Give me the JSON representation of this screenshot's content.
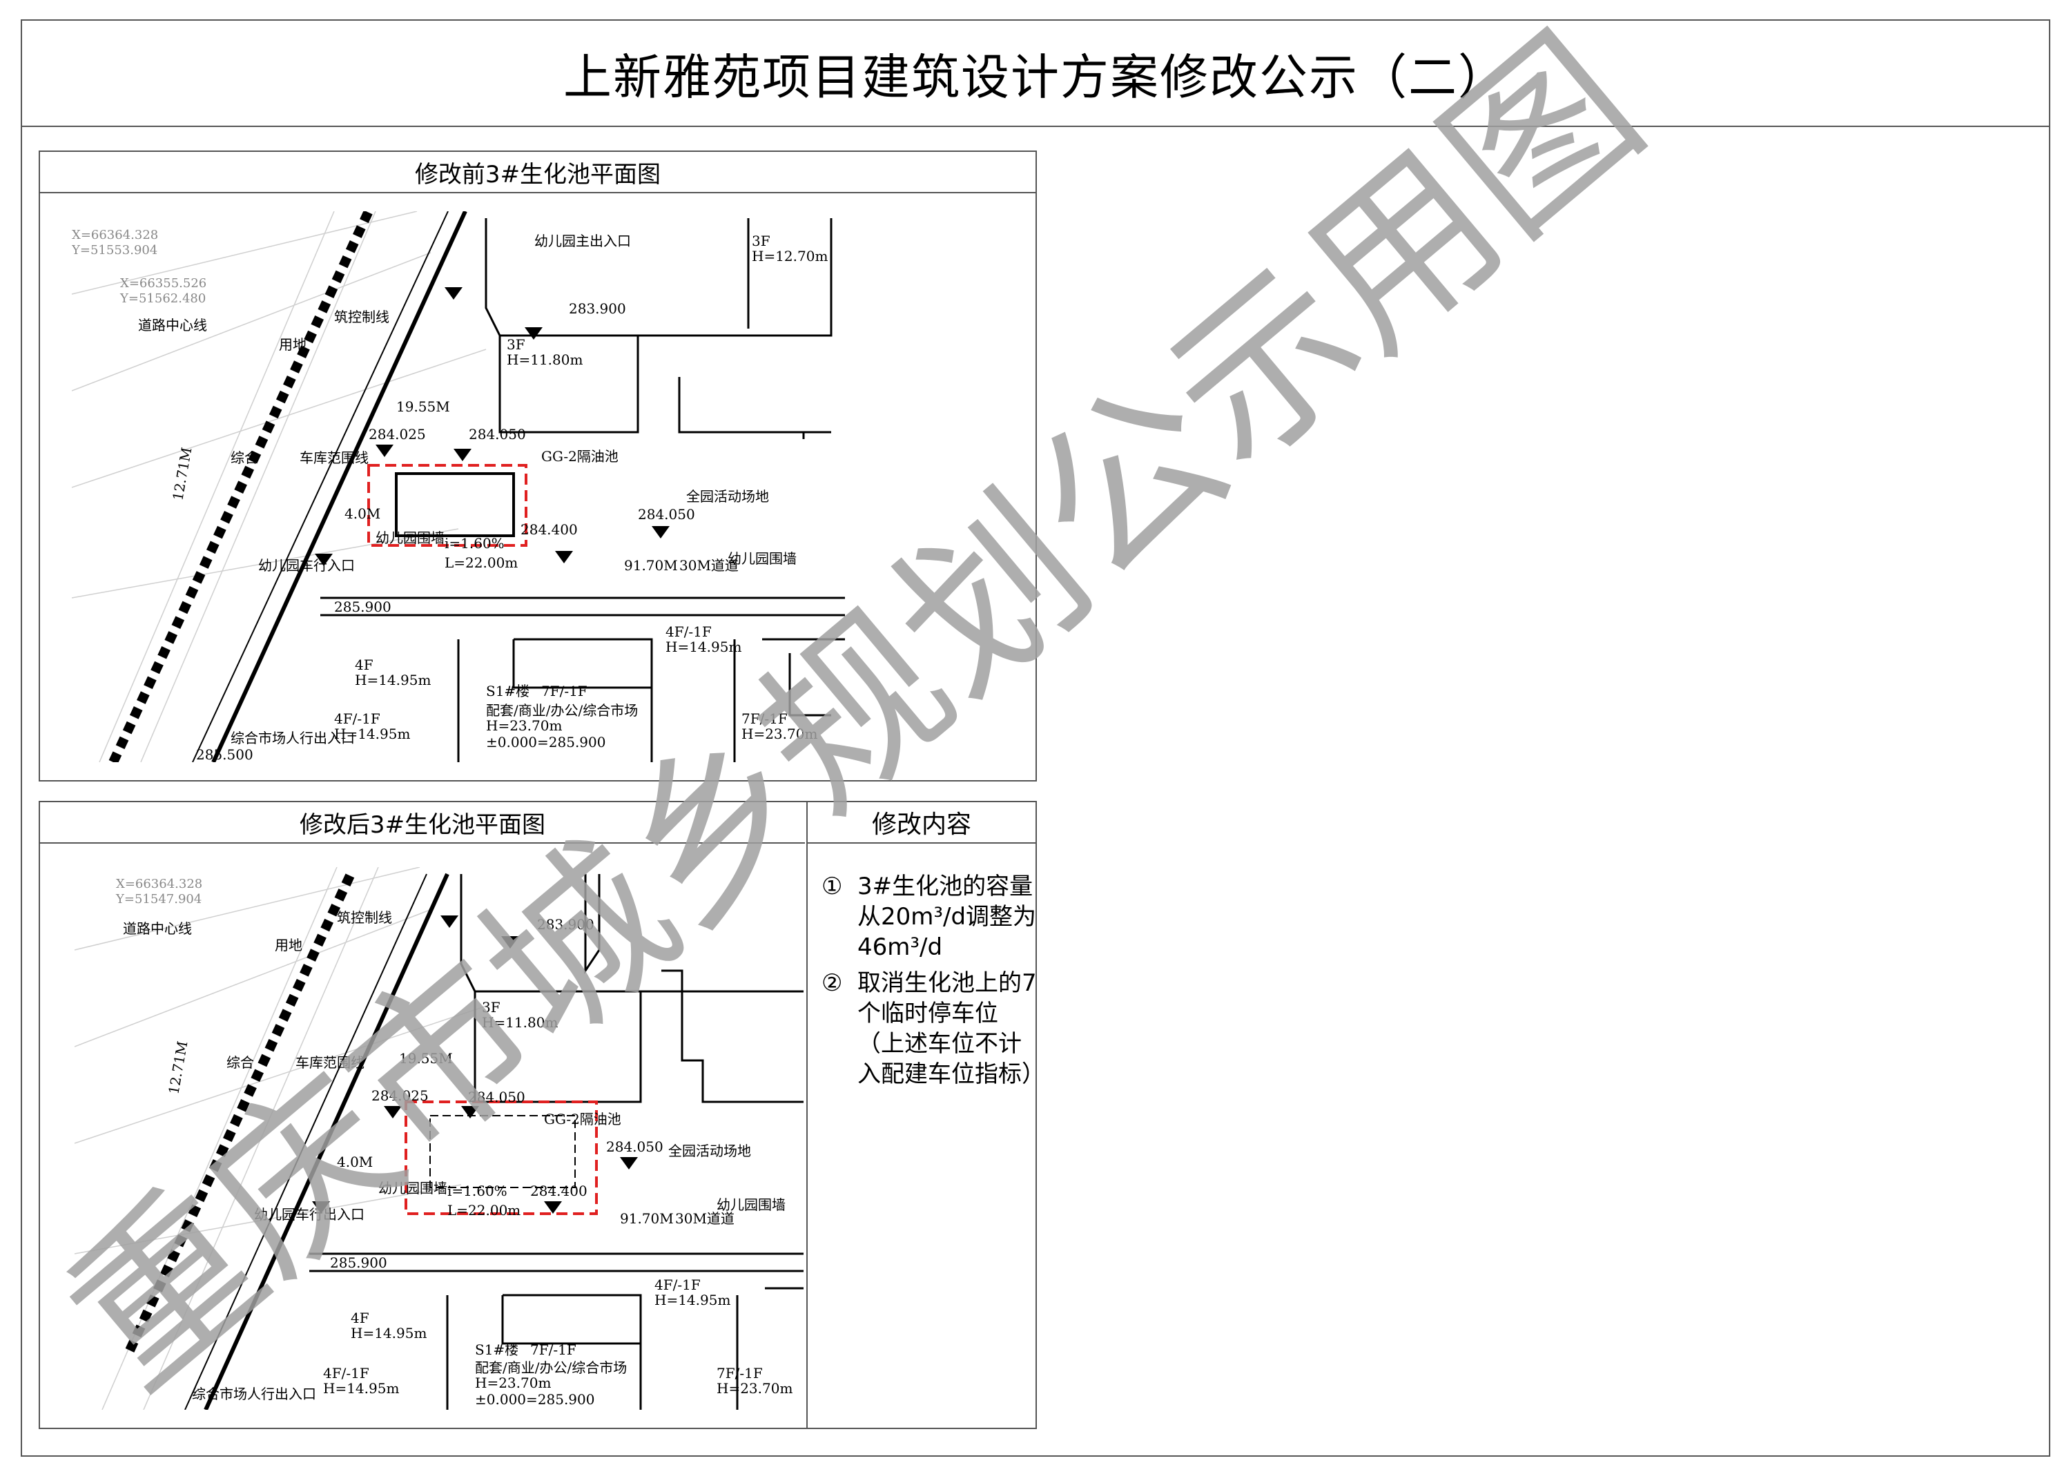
{
  "page_title": "上新雅苑项目建筑设计方案修改公示（二）",
  "before_panel": {
    "title": "修改前3#生化池平面图",
    "labels": {
      "coord1": "X=66364.328",
      "coord2": "Y=51553.904",
      "coord3": "X=66355.526",
      "coord4": "Y=51562.480",
      "road_center": "道路中心线",
      "land_line": "用地",
      "build_line": "筑控制线",
      "garage_line": "综合",
      "garage_line2": "车库范围线",
      "kindergarten_gate": "幼儿园主出入口",
      "elev1": "283.900",
      "elev2": "284.050",
      "elev3": "284.025",
      "elev4": "284.050",
      "elev5": "284.400",
      "floor1": "3F",
      "height1": "H=12.70m",
      "floor2": "3F",
      "height2": "H=11.80m",
      "dim1": "19.55M",
      "dim2": "12.71M",
      "grease": "GG-2隔油池",
      "activity": "全园活动场地",
      "wall": "幼儿园围墙",
      "wall2": "幼儿园围墙",
      "slope": "i=1.60%",
      "length": "L=22.00m",
      "dim3": "91.70M",
      "road": "30M道道",
      "car_gate": "幼儿园车行入口",
      "s1": "S1#楼",
      "s1_floors": "7F/-1F",
      "s1_use": "配套/商业/办公/综合市场",
      "s1_h": "H=23.70m",
      "s1_elev": "±0.000=285.900",
      "b1_floor": "4F",
      "b1_h": "H=14.95m",
      "b2_floor": "4F/-1F",
      "b2_h": "H=14.95m",
      "b3_floor": "4F/-1F",
      "b3_h": "H=14.95m",
      "b4_floor": "7F/-1F",
      "b4_h": "H=23.70m",
      "market_gate": "综合市场人行出入口",
      "elev6": "285.900",
      "elev7": "285.500",
      "dim4": "4.0M"
    }
  },
  "after_panel": {
    "title": "修改后3#生化池平面图",
    "labels": {
      "coord1": "X=66364.328",
      "coord2": "Y=51547.904",
      "road_center": "道路中心线",
      "land_line": "用地",
      "build_line": "筑控制线",
      "garage_line": "综合",
      "garage_line2": "车库范围线",
      "elev1": "283.900",
      "elev2": "284.050",
      "elev3": "284.025",
      "elev4": "284.050",
      "elev5": "284.400",
      "floor2": "3F",
      "height2": "H=11.80m",
      "dim1": "19.55M",
      "dim2": "12.71M",
      "grease": "GG-2隔油池",
      "activity": "全园活动场地",
      "wall": "幼儿园围墙",
      "wall2": "幼儿园围墙",
      "slope": "i=1.60%",
      "length": "L=22.00m",
      "dim3": "91.70M",
      "road": "30M道道",
      "car_gate": "幼儿园车行出入口",
      "s1": "S1#楼",
      "s1_floors": "7F/-1F",
      "s1_use": "配套/商业/办公/综合市场",
      "s1_h": "H=23.70m",
      "s1_elev": "±0.000=285.900",
      "b1_floor": "4F",
      "b1_h": "H=14.95m",
      "b2_floor": "4F/-1F",
      "b2_h": "H=14.95m",
      "b3_floor": "4F/-1F",
      "b3_h": "H=14.95m",
      "b4_floor": "7F/-1F",
      "b4_h": "H=23.70m",
      "market_gate": "综合市场人行出入口",
      "elev6": "285.900",
      "dim4": "4.0M"
    }
  },
  "changes": {
    "title": "修改内容",
    "items": [
      {
        "num": "①",
        "text": "3#生化池的容量从20m³/d调整为46m³/d"
      },
      {
        "num": "②",
        "text": "取消生化池上的7个临时停车位（上述车位不计入配建车位指标）"
      }
    ]
  },
  "watermark": "重庆市城乡规划公示用图",
  "colors": {
    "dashed_box": "#e02020",
    "watermark": "#a0a0a0",
    "border": "#555555"
  }
}
